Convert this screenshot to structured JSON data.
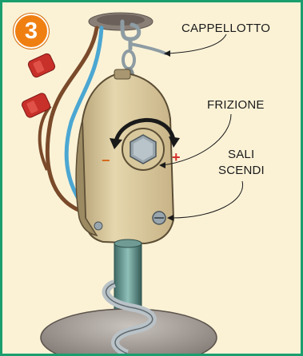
{
  "step": {
    "number": "3",
    "color": "#f07f12"
  },
  "labels": {
    "cappellotto": "CAPPELLOTTO",
    "frizione": "FRIZIONE",
    "sali": "SALI",
    "scendi": "SCENDI"
  },
  "frame_color": "#1a9e6e",
  "background_color": "#fbf2d6",
  "direction_marks": {
    "minus": "−",
    "plus": "+"
  }
}
